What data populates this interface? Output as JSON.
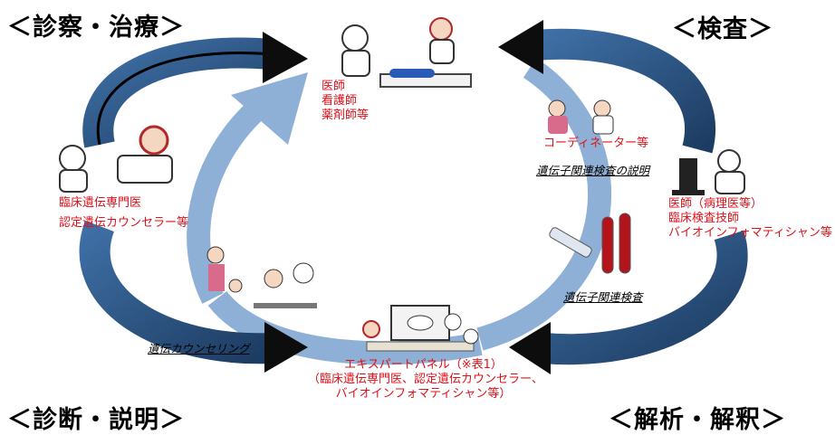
{
  "corners": {
    "top_left": "＜診察・治療＞",
    "top_right": "＜検査＞",
    "bottom_left": "＜診断・説明＞",
    "bottom_right": "＜解析・解釈＞"
  },
  "labels": {
    "top_center": [
      "医師",
      "看護師",
      "薬剤師等"
    ],
    "left": [
      "臨床遺伝専門医",
      "認定遺伝カウンセラー等"
    ],
    "coordinator": "コーディネーター等",
    "right": [
      "医師（病理医等）",
      "臨床検査技師",
      "バイオインフォマティシャン等"
    ],
    "bottom_center": [
      "エキスパートパネル（※表1）",
      "（臨床遺伝専門医、認定遺伝カウンセラー、",
      "バイオインフォマティシャン等）"
    ]
  },
  "italic_labels": {
    "genetic_test_explanation": "遺伝子関連検査の説明",
    "genetic_test": "遺伝子関連検査",
    "genetic_counseling": "遺伝カウンセリング"
  },
  "colors": {
    "label_red": "#e0101a",
    "arrow_blue": "#2f5b8c",
    "cycle_light_blue": "#8fb0d6"
  }
}
